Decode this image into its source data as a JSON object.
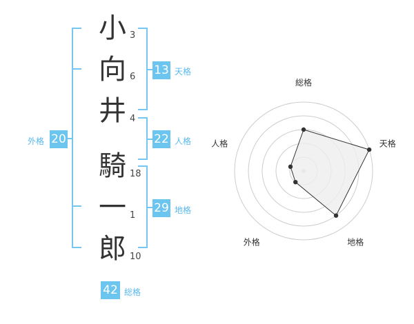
{
  "name": {
    "chars": [
      {
        "char": "小",
        "strokes": "3"
      },
      {
        "char": "向",
        "strokes": "6"
      },
      {
        "char": "井",
        "strokes": "4"
      },
      {
        "char": "騎",
        "strokes": "18"
      },
      {
        "char": "一",
        "strokes": "1"
      },
      {
        "char": "郎",
        "strokes": "10"
      }
    ]
  },
  "fortunes": {
    "tenkaku": {
      "value": "13",
      "label": "天格"
    },
    "jinkaku": {
      "value": "22",
      "label": "人格"
    },
    "chikaku": {
      "value": "29",
      "label": "地格"
    },
    "gaikaku": {
      "value": "20",
      "label": "外格"
    },
    "soukaku": {
      "value": "42",
      "label": "総格"
    }
  },
  "chart_data": {
    "type": "radar",
    "axes": [
      "総格",
      "天格",
      "地格",
      "外格",
      "人格"
    ],
    "values": [
      3,
      5,
      4,
      1,
      1
    ],
    "range": [
      0,
      5
    ],
    "rings": 5
  },
  "colors": {
    "accent": "#6cc5ef",
    "bracket": "#74c7f2",
    "radar_fill": "#eeeeee",
    "radar_stroke": "#333333"
  }
}
